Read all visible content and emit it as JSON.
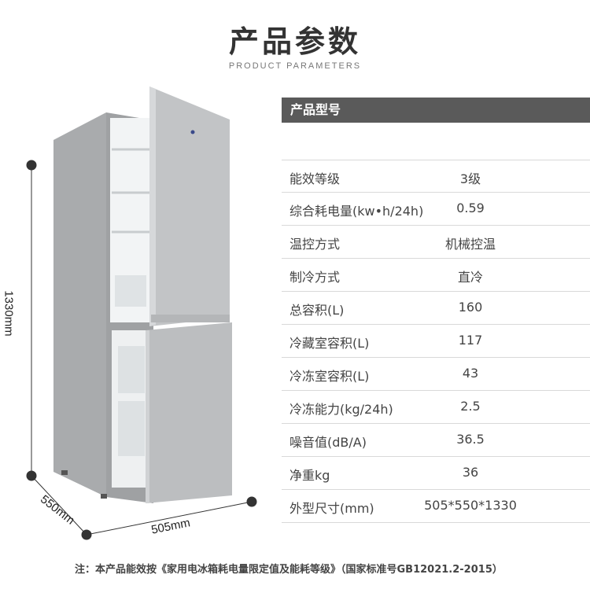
{
  "header": {
    "title": "产品参数",
    "subtitle": "PRODUCT PARAMETERS"
  },
  "specs": {
    "header_label": "产品型号",
    "rows": [
      {
        "label": "能效等级",
        "value": "3级"
      },
      {
        "label": "综合耗电量(kw•h/24h)",
        "value": "0.59"
      },
      {
        "label": "温控方式",
        "value": "机械控温"
      },
      {
        "label": "制冷方式",
        "value": "直冷"
      },
      {
        "label": "总容积(L)",
        "value": "160"
      },
      {
        "label": "冷藏室容积(L)",
        "value": "117"
      },
      {
        "label": "冷冻室容积(L)",
        "value": "43"
      },
      {
        "label": "冷冻能力(kg/24h)",
        "value": "2.5"
      },
      {
        "label": "噪音值(dB/A)",
        "value": "36.5"
      },
      {
        "label": "净重kg",
        "value": "36"
      },
      {
        "label": "外型尺寸(mm)",
        "value": "505*550*1330"
      }
    ]
  },
  "dimensions": {
    "height": "1330mm",
    "depth": "550mm",
    "width": "505mm"
  },
  "footnote": "注：本产品能效按《家用电冰箱耗电量限定值及能耗等级》（国家标准号GB12021.2-2015）",
  "colors": {
    "header_bg": "#5a5a5a",
    "fridge_body": "#b9bbbd",
    "divider": "#d9d9d9"
  }
}
